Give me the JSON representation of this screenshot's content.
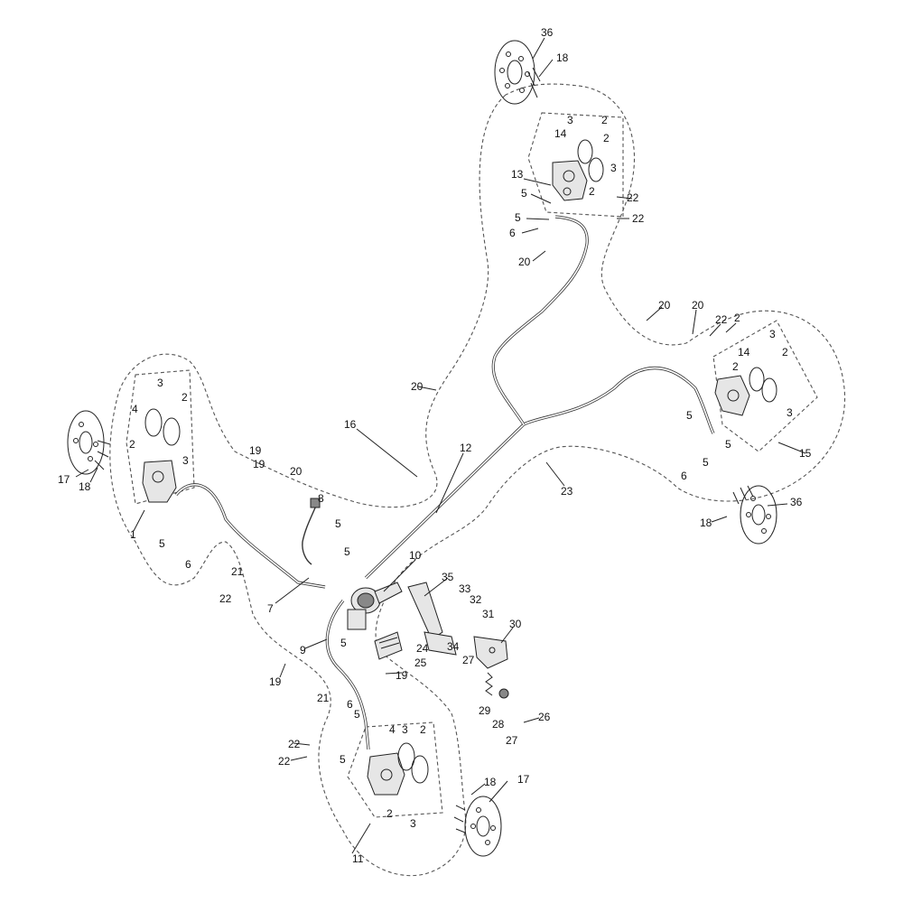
{
  "diagram": {
    "callouts": {
      "c1": "1",
      "c2": "2",
      "c3": "3",
      "c4": "4",
      "c5": "5",
      "c6": "6",
      "c7": "7",
      "c8": "8",
      "c9": "9",
      "c10": "10",
      "c11": "11",
      "c12": "12",
      "c13": "13",
      "c14": "14",
      "c15": "15",
      "c16": "16",
      "c17": "17",
      "c18": "18",
      "c19": "19",
      "c20": "20",
      "c21": "21",
      "c22": "22",
      "c23": "23",
      "c24": "24",
      "c25": "25",
      "c26": "26",
      "c27": "27",
      "c28": "28",
      "c29": "29",
      "c30": "30",
      "c31": "31",
      "c32": "32",
      "c33": "33",
      "c34": "34",
      "c35": "35",
      "c36": "36"
    },
    "line_color": "#222222",
    "outline_color": "#555555",
    "background": "#ffffff"
  }
}
